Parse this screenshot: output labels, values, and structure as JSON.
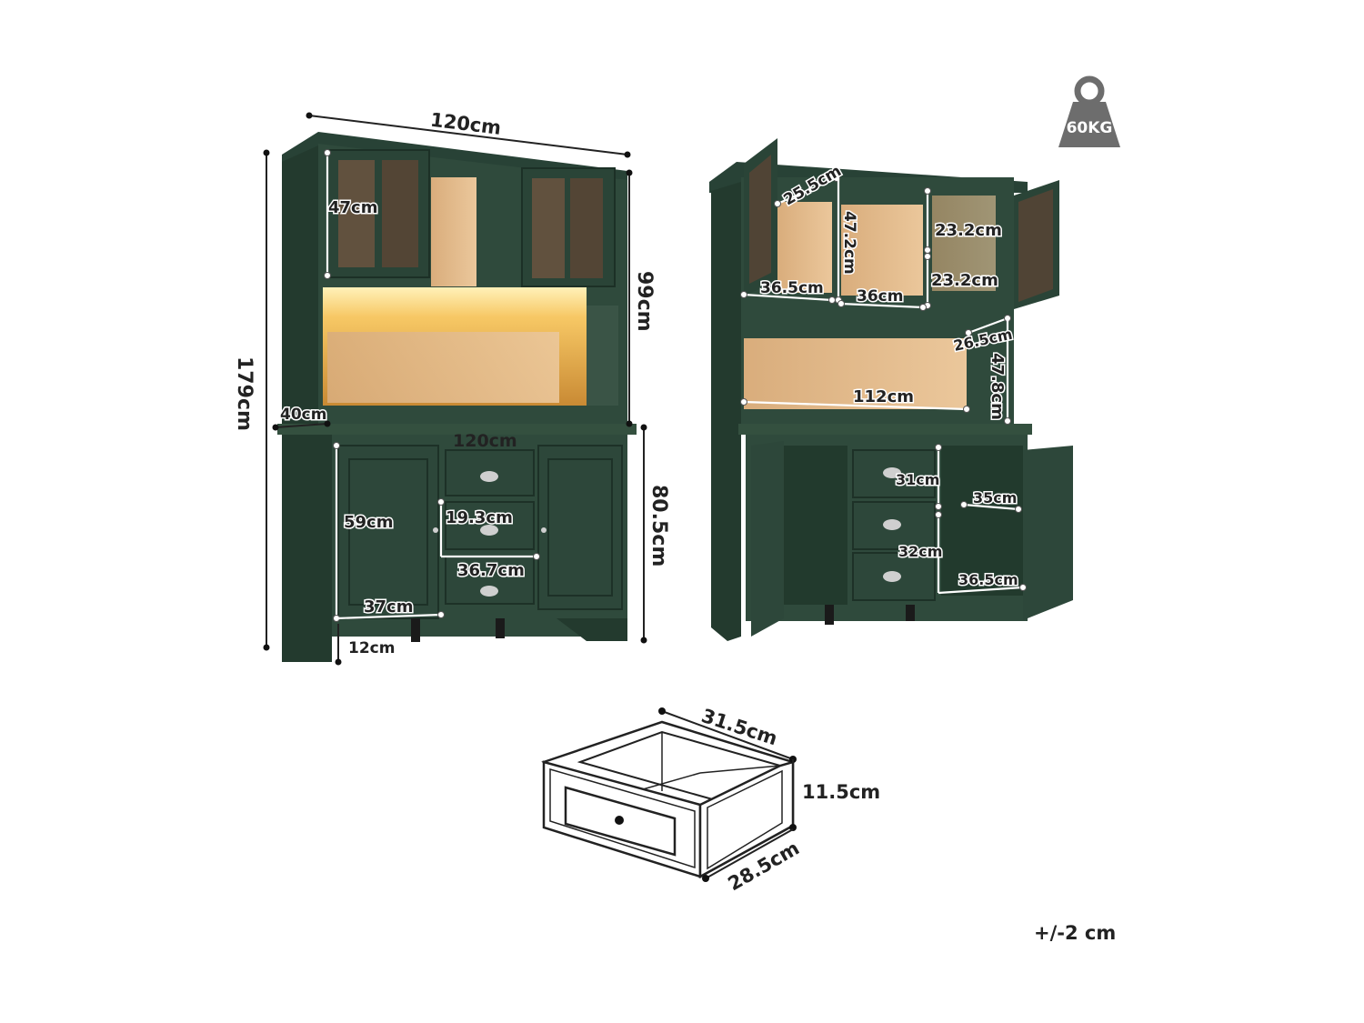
{
  "labels": {
    "weight": "60KG",
    "tolerance": "+/-2 cm",
    "left_width_top": "120cm",
    "left_total_height": "179cm",
    "left_top_height": "99cm",
    "left_bottom_height": "80.5cm",
    "left_depth": "40cm",
    "left_width_bottom": "120cm",
    "left_door_height_top": "47cm",
    "left_door_height_bottom": "59cm",
    "left_drawer_height": "19.3cm",
    "left_drawer_width": "36.7cm",
    "left_door_width": "37cm",
    "left_leg_height": "12cm",
    "right_shelf_depth_top": "25.5cm",
    "right_compartment_height": "47.2cm",
    "right_shelf_height_a": "23.2cm",
    "right_shelf_height_b": "23.2cm",
    "right_left_width": "36.5cm",
    "right_mid_width": "36cm",
    "right_open_depth": "26.5cm",
    "right_open_height": "47.8cm",
    "right_open_width": "112cm",
    "right_cab_height_top": "31cm",
    "right_cab_width": "35cm",
    "right_cab_height_bottom": "32cm",
    "right_cab_depth": "36.5cm",
    "drawer_width": "31.5cm",
    "drawer_height": "11.5cm",
    "drawer_depth": "28.5cm"
  },
  "colors": {
    "cabinet_green": "#2f4a3c",
    "cabinet_green_dark": "#233a2e",
    "wood": "#e2b98a",
    "led": "#f5c262",
    "weight_icon": "#6d6d6d"
  },
  "icons": [
    "weight-icon",
    "drawer-handle-icon",
    "door-knob-icon"
  ]
}
